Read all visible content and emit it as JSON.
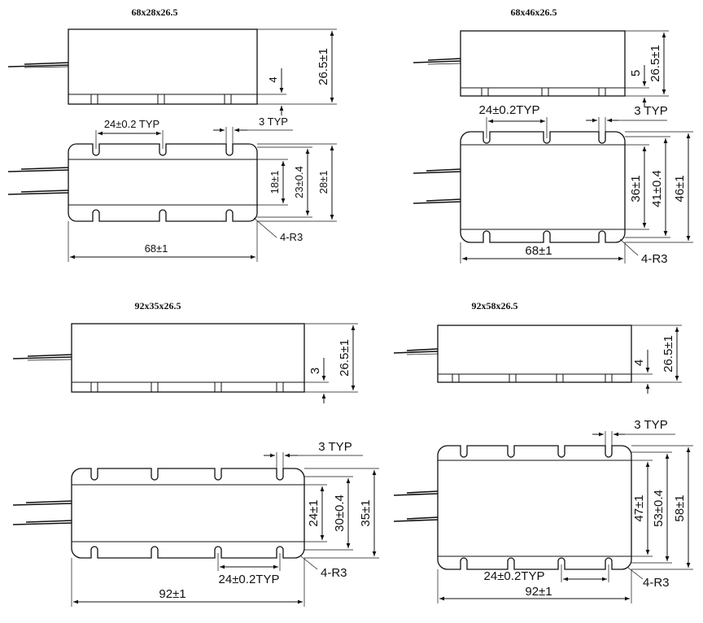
{
  "titles": {
    "tl": "68x28x26.5",
    "tr": "68x46x26.5",
    "bl": "92x35x26.5",
    "br": "92x58x26.5"
  },
  "tl": {
    "height": "26.5±1",
    "foot": "4",
    "pitch": "24±0.2 TYP",
    "slot": "3 TYP",
    "inner1": "18±1",
    "inner2": "23±0.4",
    "width": "28±1",
    "radius": "4-R3",
    "length": "68±1"
  },
  "tr": {
    "height": "26.5±1",
    "foot": "5",
    "pitch": "24±0.2TYP",
    "slot": "3 TYP",
    "inner1": "36±1",
    "inner2": "41±0.4",
    "width": "46±1",
    "radius": "4-R3",
    "length": "68±1"
  },
  "bl": {
    "height": "26.5±1",
    "foot": "3",
    "slot": "3 TYP",
    "inner1": "24±1",
    "inner2": "30±0.4",
    "width": "35±1",
    "radius": "4-R3",
    "pitch": "24±0.2TYP",
    "length": "92±1"
  },
  "br": {
    "height": "26.5±1",
    "foot": "4",
    "slot": "3 TYP",
    "inner1": "47±1",
    "inner2": "53±0.4",
    "width": "58±1",
    "pitch": "24±0.2TYP",
    "radius": "4-R3",
    "length": "92±1"
  }
}
